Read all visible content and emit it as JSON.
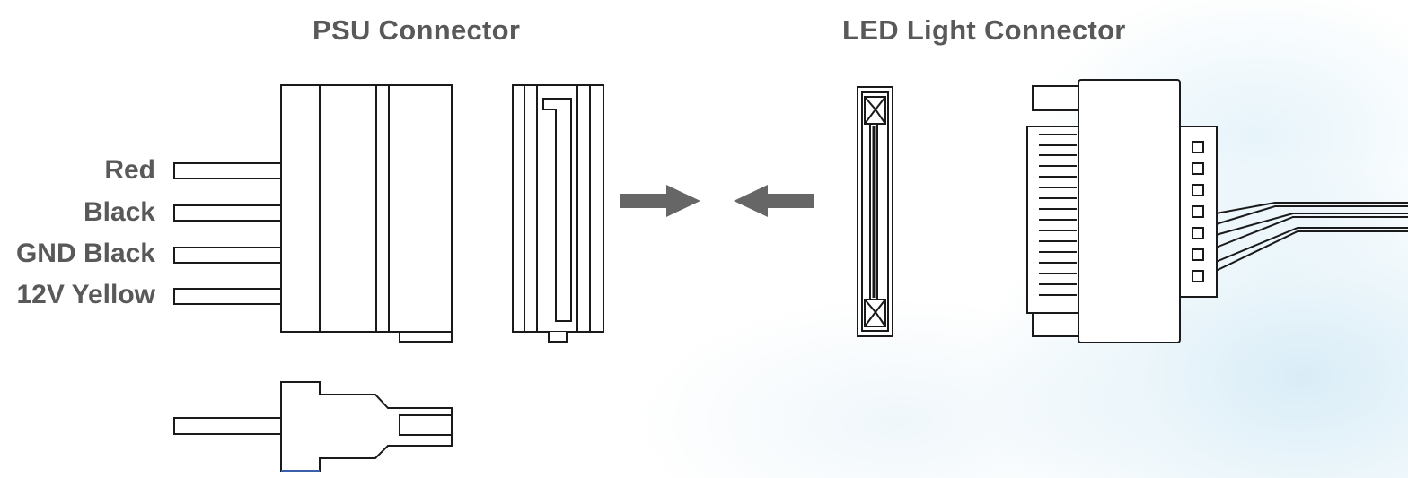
{
  "titles": {
    "psu": "PSU Connector",
    "led": "LED Light Connector"
  },
  "wire_labels": [
    "Red",
    "Black",
    "GND Black",
    "12V Yellow"
  ],
  "colors": {
    "text": "#595959",
    "line": "#1a1a1a",
    "arrow": "#666666",
    "accent_line": "#3a5ea8"
  },
  "icons": {
    "arrow_right": "arrow-right-icon",
    "arrow_left": "arrow-left-icon"
  }
}
